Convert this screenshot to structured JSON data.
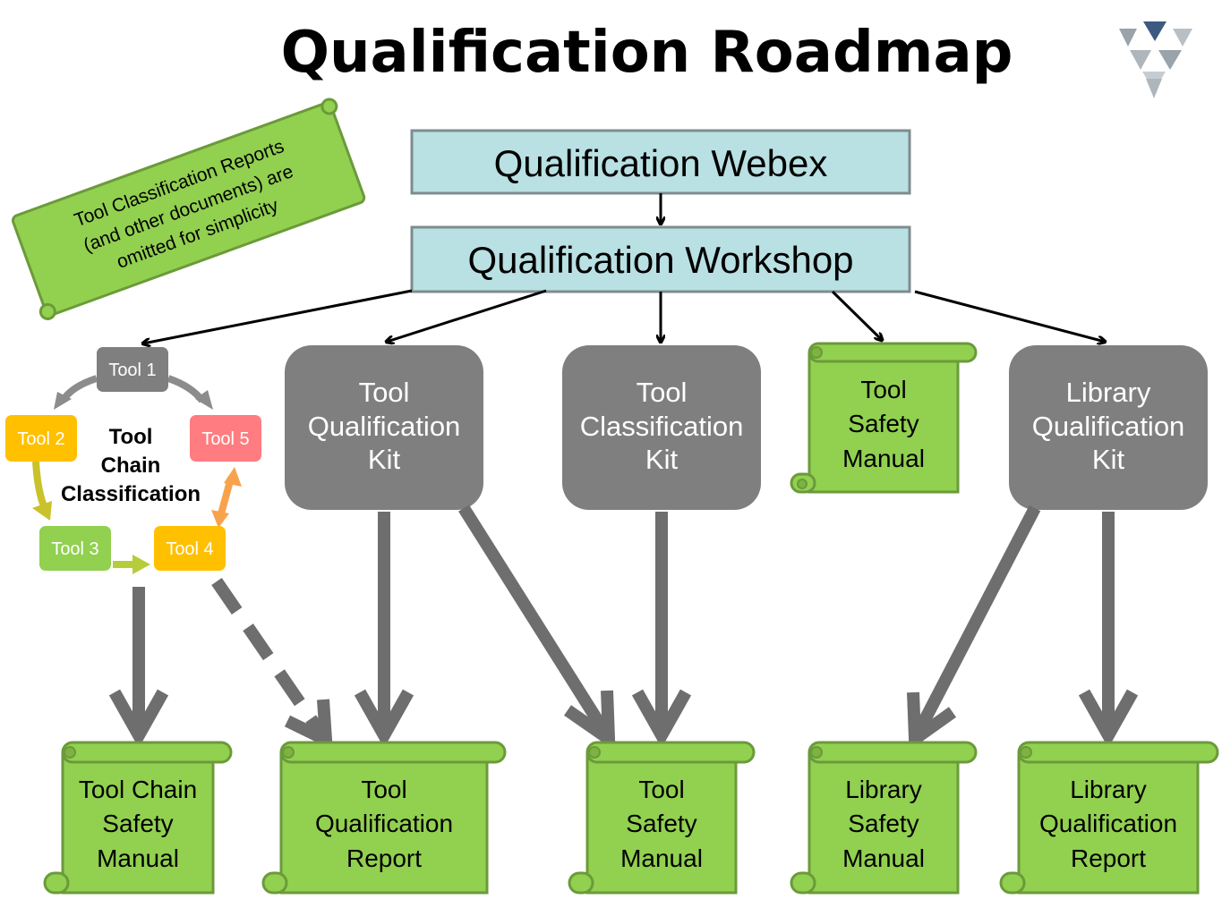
{
  "title": "Qualification Roadmap",
  "note": {
    "lines": [
      "Tool Classification Reports",
      "(and other documents) are",
      "omitted for simplicity"
    ]
  },
  "top_boxes": {
    "webex": "Qualification Webex",
    "workshop": "Qualification Workshop"
  },
  "kits": {
    "tool_qualification_kit": [
      "Tool",
      "Qualification",
      "Kit"
    ],
    "tool_classification_kit": [
      "Tool",
      "Classification",
      "Kit"
    ],
    "tool_safety_manual_top": [
      "Tool",
      "Safety",
      "Manual"
    ],
    "library_qualification_kit": [
      "Library",
      "Qualification",
      "Kit"
    ]
  },
  "tool_chain": {
    "center": [
      "Tool",
      "Chain",
      "Classification"
    ],
    "tools": [
      "Tool 1",
      "Tool 2",
      "Tool 3",
      "Tool 4",
      "Tool 5"
    ]
  },
  "outputs": {
    "tool_chain_safety_manual": [
      "Tool Chain",
      "Safety",
      "Manual"
    ],
    "tool_qualification_report": [
      "Tool",
      "Qualification",
      "Report"
    ],
    "tool_safety_manual": [
      "Tool",
      "Safety",
      "Manual"
    ],
    "library_safety_manual": [
      "Library",
      "Safety",
      "Manual"
    ],
    "library_qualification_report": [
      "Library",
      "Qualification",
      "Report"
    ]
  },
  "colors": {
    "box_fill": "#b9e0e3",
    "box_border": "#7f8c8d",
    "kit_fill": "#7f7f7f",
    "scroll_fill": "#92d050",
    "scroll_border": "#6b9a3a",
    "arrow_gray": "#6e6e6e",
    "tool1": "#7f7f7f",
    "tool2": "#ffc000",
    "tool3": "#92d050",
    "tool4": "#ffc000",
    "tool5": "#ff7c80"
  }
}
